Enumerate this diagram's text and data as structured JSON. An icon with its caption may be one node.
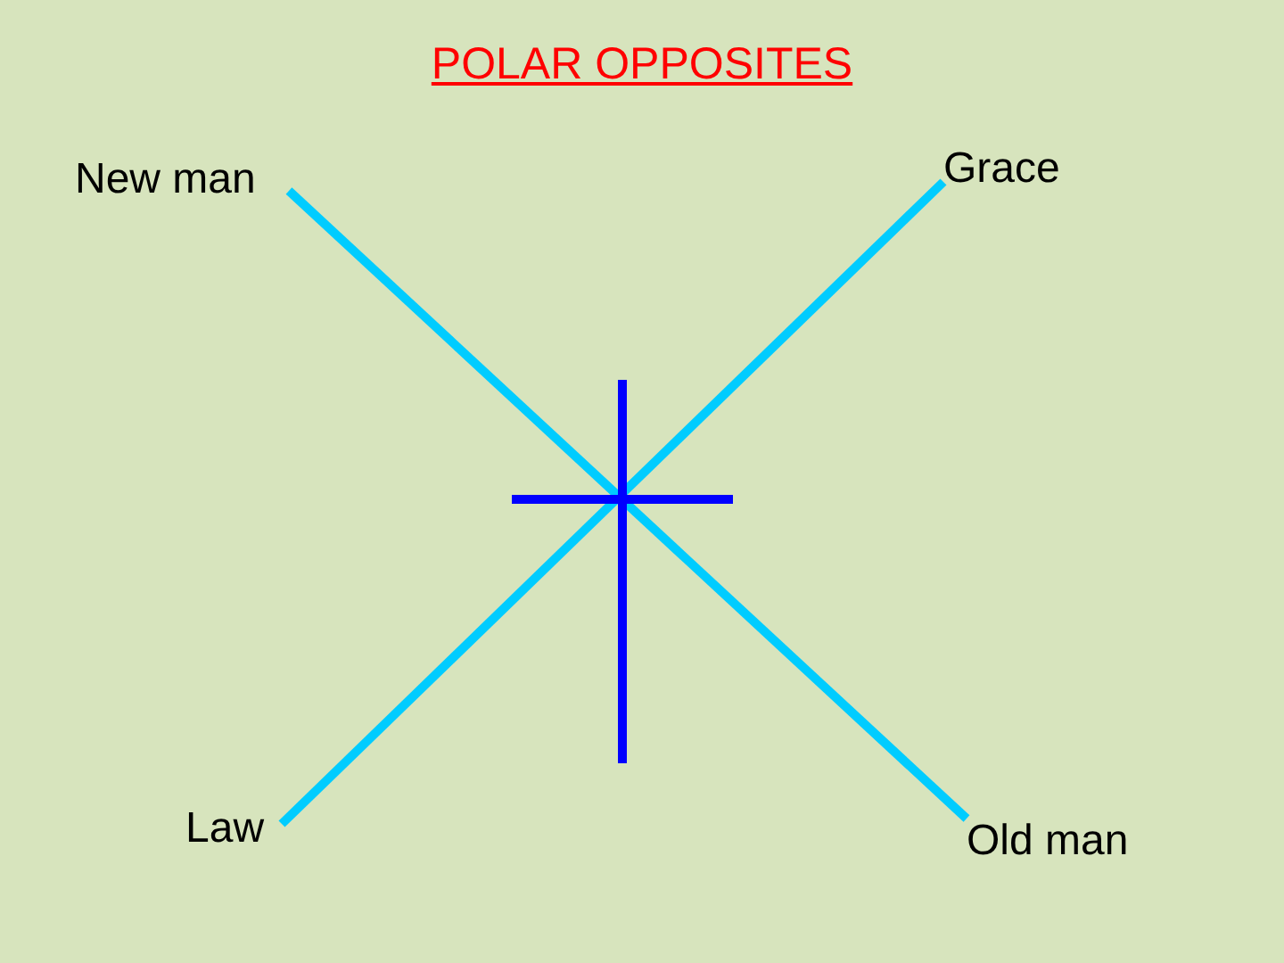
{
  "diagram": {
    "title": "POLAR OPPOSITES",
    "nodes": [
      {
        "text": [
          "New man"
        ]
      },
      {
        "text": [
          "Grace"
        ]
      },
      {
        "text": [
          "Law"
        ]
      },
      {
        "text": [
          "Old man"
        ]
      }
    ],
    "edges": [
      {
        "from": 0,
        "to": 3,
        "arrow": "none"
      },
      {
        "from": 2,
        "to": 1,
        "arrow": "none"
      }
    ]
  }
}
